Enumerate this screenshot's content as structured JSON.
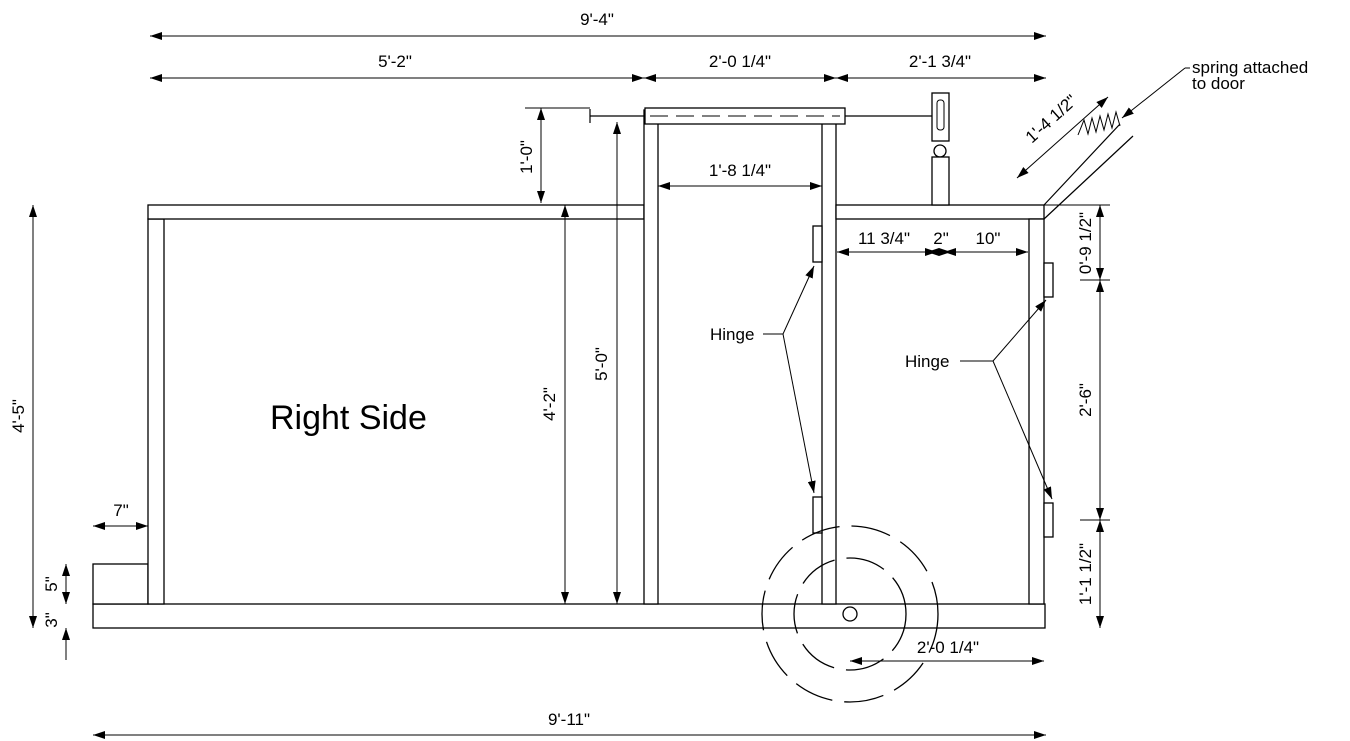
{
  "drawing": {
    "view_label": "Right Side",
    "dimensions": {
      "top_overall": "9'-4\"",
      "top_left_section": "5'-2\"",
      "top_middle_section": "2'-0 1/4\"",
      "top_right_section": "2'-1 3/4\"",
      "handle_rise": "1'-0\"",
      "door_opening_width": "1'-8 1/4\"",
      "spring_arm_length": "1'-4 1/2\"",
      "hinge_offset_a": "11 3/4\"",
      "hinge_gap": "2\"",
      "hinge_offset_b": "10\"",
      "left_height": "4'-5\"",
      "body_height": "4'-2\"",
      "post_height": "5'-0\"",
      "right_top_hinge": "0'-9 1/2\"",
      "right_hinge_spacing": "2'-6\"",
      "right_bottom_hinge": "1'-1 1/2\"",
      "left_offset": "7\"",
      "step_height": "5\"",
      "base_thickness": "3\"",
      "axle_offset": "2'-0 1/4\"",
      "bottom_overall": "9'-11\""
    },
    "callouts": {
      "spring": [
        "spring attached",
        "to door"
      ],
      "hinge_left": "Hinge",
      "hinge_right": "Hinge"
    }
  }
}
